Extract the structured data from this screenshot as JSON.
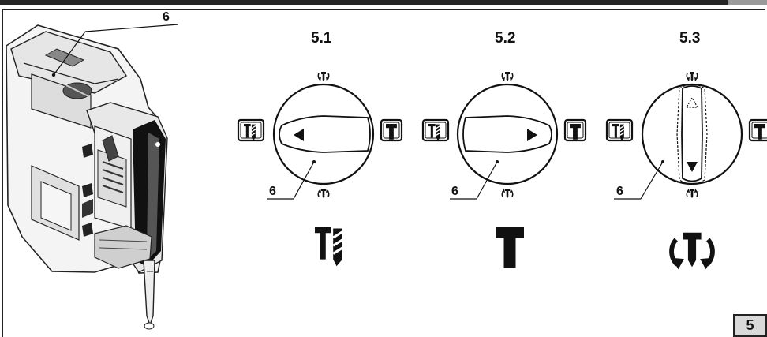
{
  "figure": {
    "tool_callout": "6",
    "page_number": "5",
    "panels": [
      {
        "caption": "5.1",
        "callout": "6",
        "mode": "hammer-drilling",
        "pointer": "left"
      },
      {
        "caption": "5.2",
        "callout": "6",
        "mode": "chiselling",
        "pointer": "right"
      },
      {
        "caption": "5.3",
        "callout": "6",
        "mode": "chisel-rotation",
        "pointer": "down"
      }
    ]
  }
}
